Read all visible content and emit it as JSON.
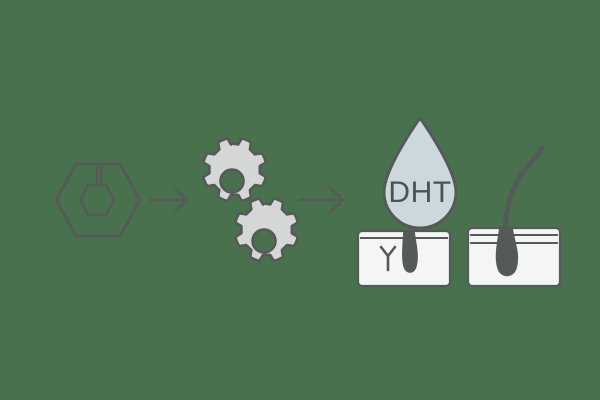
{
  "illustration": {
    "title": "DHT hair follicle pathway",
    "background_color": "#4a714d",
    "stroke_color": "#555a59",
    "gear_fill": "#d5d6d6",
    "droplet_fill": "#ccd9dc",
    "skin_fill": "#f4f5f5",
    "label_color": "#4d5250"
  },
  "steps": [
    {
      "id": "molecule",
      "name": "testosterone-molecule-icon",
      "label": "",
      "description": "hexagon outline containing benzene ring with double bond"
    },
    {
      "id": "arrow-1",
      "name": "arrow-right-icon",
      "label": ""
    },
    {
      "id": "enzyme",
      "name": "gears-icon",
      "label": "",
      "description": "two interlocking gears representing 5-alpha-reductase enzyme conversion",
      "gear_count": 2,
      "teeth_per_gear": 8
    },
    {
      "id": "arrow-2",
      "name": "arrow-right-icon",
      "label": ""
    },
    {
      "id": "dht",
      "name": "dht-droplet-icon",
      "label": "DHT",
      "description": "droplet labelled DHT binding to follicle receptor"
    }
  ],
  "droplet": {
    "label": "DHT"
  },
  "skin_panels": [
    {
      "id": "panel-left",
      "name": "skin-panel-receptor",
      "receptor_symbol": "Y",
      "description": "skin cross-section with androgen receptor and miniaturized follicle"
    },
    {
      "id": "panel-right",
      "name": "skin-panel-follicle",
      "receptor_symbol": "",
      "description": "skin cross-section with healthy hair follicle and shaft"
    }
  ]
}
